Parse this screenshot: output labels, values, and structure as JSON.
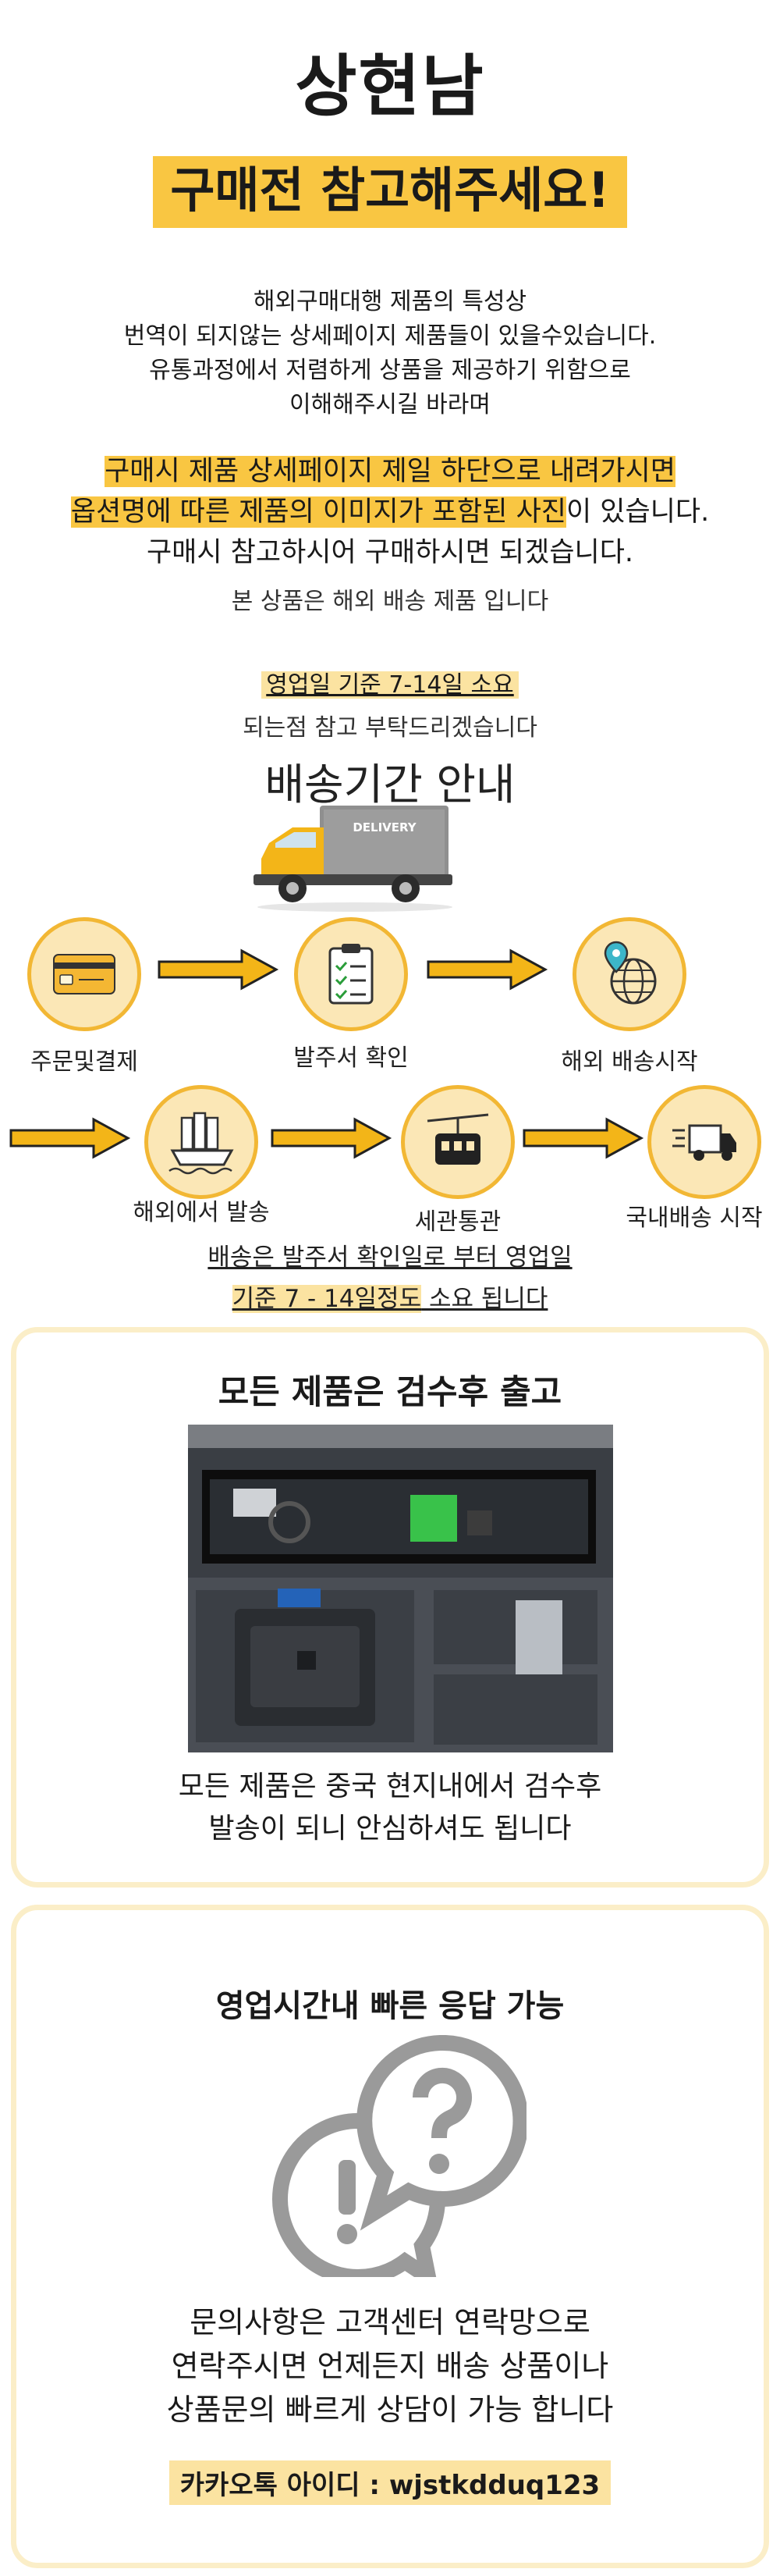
{
  "brand": "상현남",
  "banner": "구매전 참고해주세요!",
  "notice_lines": [
    "해외구매대행 제품의 특성상",
    "번역이 되지않는 상세페이지 제품들이 있을수있습니다.",
    "유통과정에서 저렴하게 상품을 제공하기 위함으로",
    "이해해주시길 바라며"
  ],
  "highlight": {
    "line1": "구매시 제품 상세페이지 제일 하단으로 내려가시면",
    "line2_hl": "옵션명에 따른 제품의 이미지가 포함된 사진",
    "line2_rest": "이 있습니다.",
    "line3": "구매시 참고하시어 구매하시면 되겠습니다."
  },
  "overseas": "본 상품은 해외 배송 제품 입니다",
  "biz_days": "영업일 기준 7-14일 소요",
  "please": "되는점 참고 부탁드리겠습니다",
  "ship_title": "배송기간 안내",
  "truck_label": "DELIVERY",
  "steps": [
    {
      "label": "주문및결제",
      "icon": "credit-card-icon"
    },
    {
      "label": "발주서 확인",
      "icon": "clipboard-checklist-icon"
    },
    {
      "label": "해외 배송시작",
      "icon": "globe-location-icon"
    },
    {
      "label": "해외에서 발송",
      "icon": "cargo-ship-icon"
    },
    {
      "label": "세관통관",
      "icon": "customs-gondola-icon"
    },
    {
      "label": "국내배송 시작",
      "icon": "delivery-truck-icon"
    }
  ],
  "delivery_note": {
    "line1": "배송은 발주서 확인일로 부터 영업일",
    "line2_hl": "기준 7 - 14일정도",
    "line2_rest": " 소요 됩니다"
  },
  "inspect_card": {
    "title": "모든 제품은 검수후 출고",
    "text_lines": [
      "모든 제품은 중국 현지내에서 검수후",
      "발송이 되니 안심하셔도 됩니다"
    ]
  },
  "support_card": {
    "title": "영업시간내 빠른 응답 가능",
    "text_lines": [
      "문의사항은 고객센터 연락망으로",
      "연락주시면 언제든지 배송 상품이나",
      "상품문의 빠르게 상담이 가능 합니다"
    ],
    "kakao": "카카오톡 아이디 : wjstkdduq123"
  },
  "colors": {
    "accent": "#f9c642",
    "accent_light": "#fbe3a1",
    "circle_fill": "#fbe7b6",
    "card_border": "#fbeec8"
  }
}
